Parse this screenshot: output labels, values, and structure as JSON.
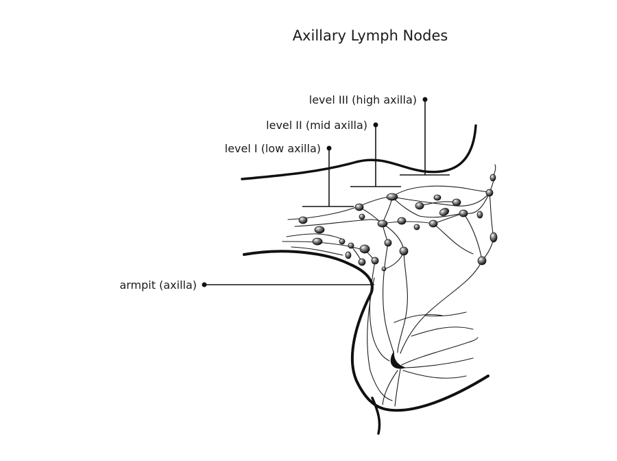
{
  "title": "Axillary Lymph Nodes",
  "labels": {
    "level3": "level III (high axilla)",
    "level2": "level II (mid axilla)",
    "level1": "level I (low axilla)",
    "armpit": "armpit (axilla)"
  },
  "colors": {
    "ink": "#1a1a1a",
    "background": "#ffffff"
  }
}
